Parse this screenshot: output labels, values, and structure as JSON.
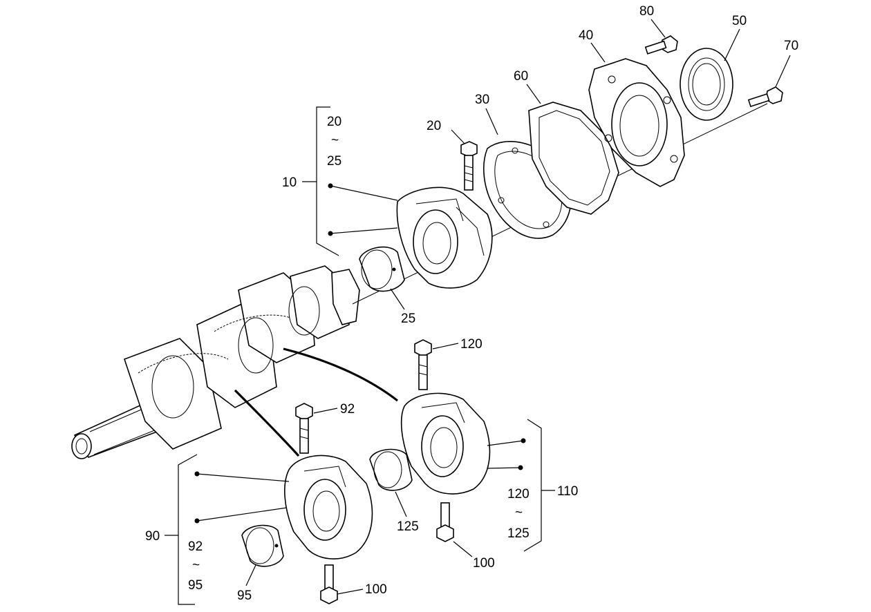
{
  "labels": {
    "l10": "10",
    "l20_top": "20",
    "l20_range_a": "20",
    "l20_range_tilde": "~",
    "l25_range_b": "25",
    "l25": "25",
    "l30": "30",
    "l40": "40",
    "l50": "50",
    "l60": "60",
    "l70": "70",
    "l80": "80",
    "l90": "90",
    "l92": "92",
    "l92_range_a": "92",
    "l92_range_tilde": "~",
    "l95_range_b": "95",
    "l95": "95",
    "l100_left": "100",
    "l100_right": "100",
    "l110": "110",
    "l120": "120",
    "l120_range_a": "120",
    "l120_range_tilde": "~",
    "l125_range_b": "125",
    "l125": "125"
  }
}
